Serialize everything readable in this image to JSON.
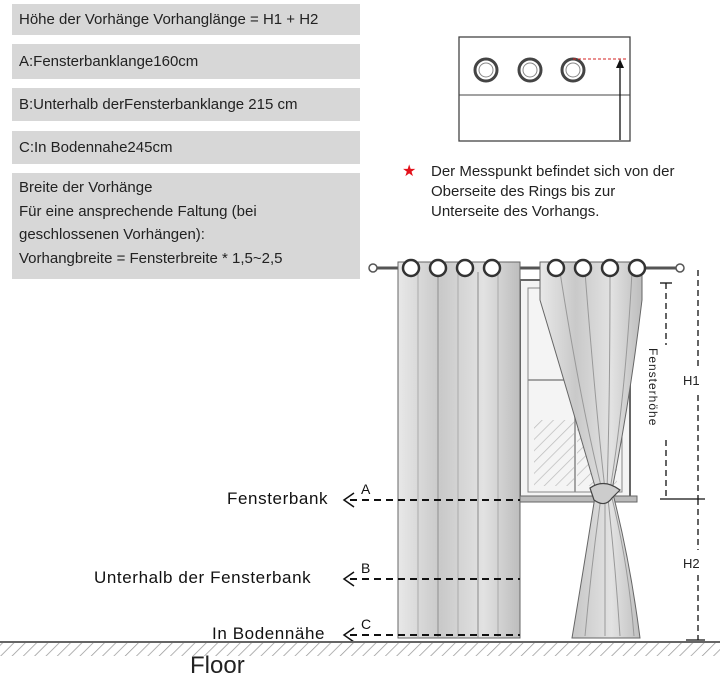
{
  "info_boxes": {
    "formula": "Höhe der Vorhänge Vorhanglänge = H1 + H2",
    "a": "A:Fensterbanklange160cm",
    "b": "B:Unterhalb derFensterbanklange 215 cm",
    "c": "C:In Bodennahe245cm",
    "width_lines": [
      "Breite der Vorhänge",
      "Für eine ansprechende Faltung (bei",
      "geschlossenen Vorhängen):",
      "Vorhangbreite = Fensterbreite * 1,5~2,5"
    ]
  },
  "note": {
    "star_icon": "star-icon",
    "star_color": "#e3121b",
    "lines": [
      "Der Messpunkt befindet sich von der",
      "Oberseite des Rings bis zur",
      "Unterseite des Vorhangs."
    ]
  },
  "diagram": {
    "fensterbank": "Fensterbank",
    "unterhalb": "Unterhalb der Fensterbank",
    "bodennahe": "In Bodennähe",
    "letter_a": "A",
    "letter_b": "B",
    "letter_c": "C",
    "fensterhohe": "Fensterhöhe",
    "h1": "H1",
    "h2": "H2",
    "floor": "Floor"
  }
}
